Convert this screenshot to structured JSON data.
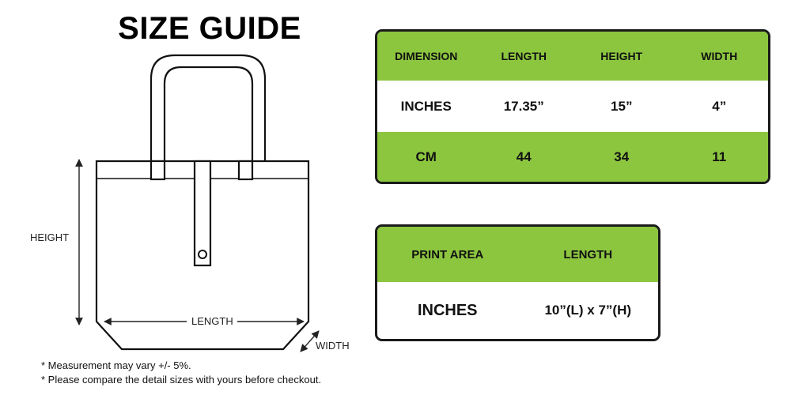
{
  "title": "SIZE GUIDE",
  "diagram": {
    "height_label": "HEIGHT",
    "length_label": "LENGTH",
    "width_label": "WIDTH"
  },
  "dimensions_table": {
    "headers": [
      "DIMENSION",
      "LENGTH",
      "HEIGHT",
      "WIDTH"
    ],
    "rows": [
      [
        "INCHES",
        "17.35”",
        "15”",
        "4”"
      ],
      [
        "CM",
        "44",
        "34",
        "11"
      ]
    ]
  },
  "print_area_table": {
    "headers": [
      "PRINT AREA",
      "LENGTH"
    ],
    "rows": [
      [
        "INCHES",
        "10”(L) x 7”(H)"
      ]
    ]
  },
  "notes": [
    "* Measurement may vary +/- 5%.",
    "* Please compare the detail sizes with yours before checkout."
  ],
  "colors": {
    "header_green": "#8cc63f",
    "border": "#1a1a1a",
    "text": "#111111"
  }
}
